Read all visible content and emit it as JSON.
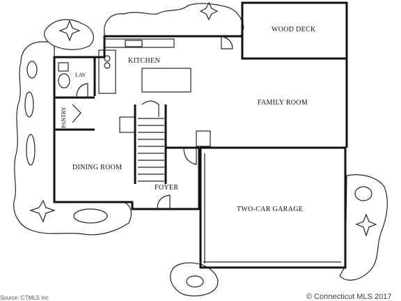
{
  "rooms": {
    "wood_deck": "WOOD DECK",
    "kitchen": "KITCHEN",
    "lav": "LAV",
    "pantry": "PANTRY",
    "family_room": "FAMILY ROOM",
    "dining_room": "DINING ROOM",
    "foyer": "FOYER",
    "garage": "TWO-CAR GARAGE"
  },
  "credits": {
    "copyright": "© Connecticut MLS 2017",
    "source": "Source: CTMLS Inc"
  }
}
